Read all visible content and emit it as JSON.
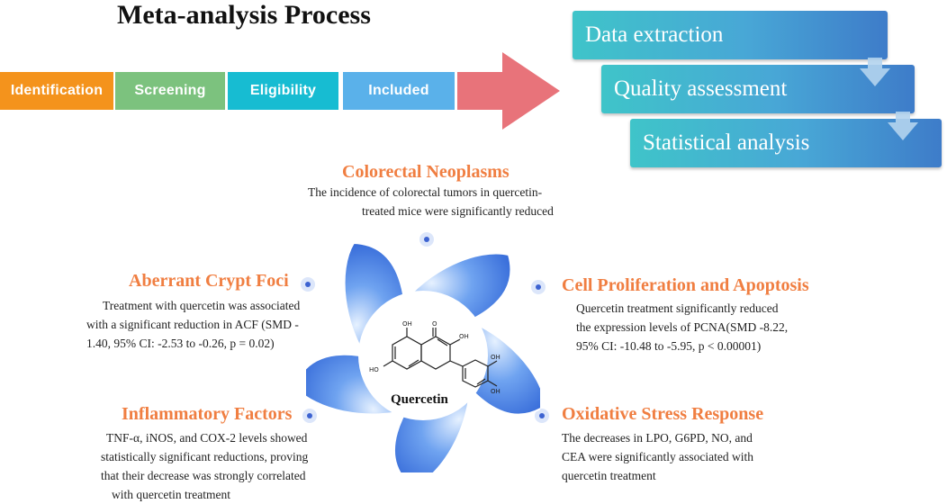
{
  "title": "Meta-analysis Process",
  "stages": [
    "Identification",
    "Screening",
    "Eligibility",
    "Included"
  ],
  "steps": [
    "Data extraction",
    "Quality assessment",
    "Statistical analysis"
  ],
  "center": {
    "label": "Quercetin",
    "molecule_labels": {
      "oh_top": "OH",
      "o": "O",
      "oh_mid": "OH",
      "ho": "HO",
      "oh_right1": "OH",
      "oh_right2": "OH"
    }
  },
  "sections": {
    "colorectal": {
      "heading": "Colorectal Neoplasms",
      "lines": [
        "The incidence of colorectal tumors in quercetin-",
        "treated mice were significantly reduced"
      ]
    },
    "aberrant": {
      "heading": "Aberrant Crypt Foci",
      "lines": [
        "Treatment with quercetin was associated",
        "with a significant reduction in ACF (SMD -",
        "1.40, 95% CI: -2.53 to -0.26, p = 0.02)"
      ]
    },
    "proliferation": {
      "heading": "Cell Proliferation and Apoptosis",
      "lines": [
        "Quercetin treatment significantly reduced",
        "the expression levels of PCNA(SMD -8.22,",
        "95% CI: -10.48 to -5.95, p < 0.00001)"
      ]
    },
    "inflammatory": {
      "heading": "Inflammatory Factors",
      "lines": [
        "TNF-α, iNOS, and COX-2 levels showed",
        "statistically significant reductions, proving",
        "that their decrease was strongly correlated",
        "with quercetin treatment"
      ]
    },
    "oxidative": {
      "heading": "Oxidative Stress Response",
      "lines": [
        "The decreases in LPO, G6PD, NO, and",
        "CEA were significantly associated with",
        "quercetin treatment"
      ]
    }
  },
  "colors": {
    "stage_identification": "#f4931c",
    "stage_screening": "#7cc27e",
    "stage_eligibility": "#17bcd2",
    "stage_included": "#5ab1ea",
    "arrow": "#e8737a",
    "heading": "#f07e41",
    "petal": "#3f7fe6"
  }
}
